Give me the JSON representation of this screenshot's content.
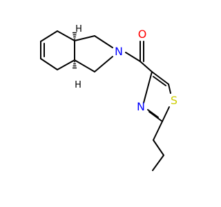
{
  "molecule": {
    "atom_labels": {
      "n_ring": "N",
      "o_carbonyl": "O",
      "n_thiazole": "N",
      "s_thiazole": "S",
      "h_top": "H",
      "h_bottom": "H"
    }
  },
  "colors": {
    "bond": "#000000",
    "nitrogen": "#0000FF",
    "oxygen": "#FF0000",
    "sulfur": "#CCCC00",
    "hydrogen": "#000000",
    "background": "#FFFFFF"
  }
}
